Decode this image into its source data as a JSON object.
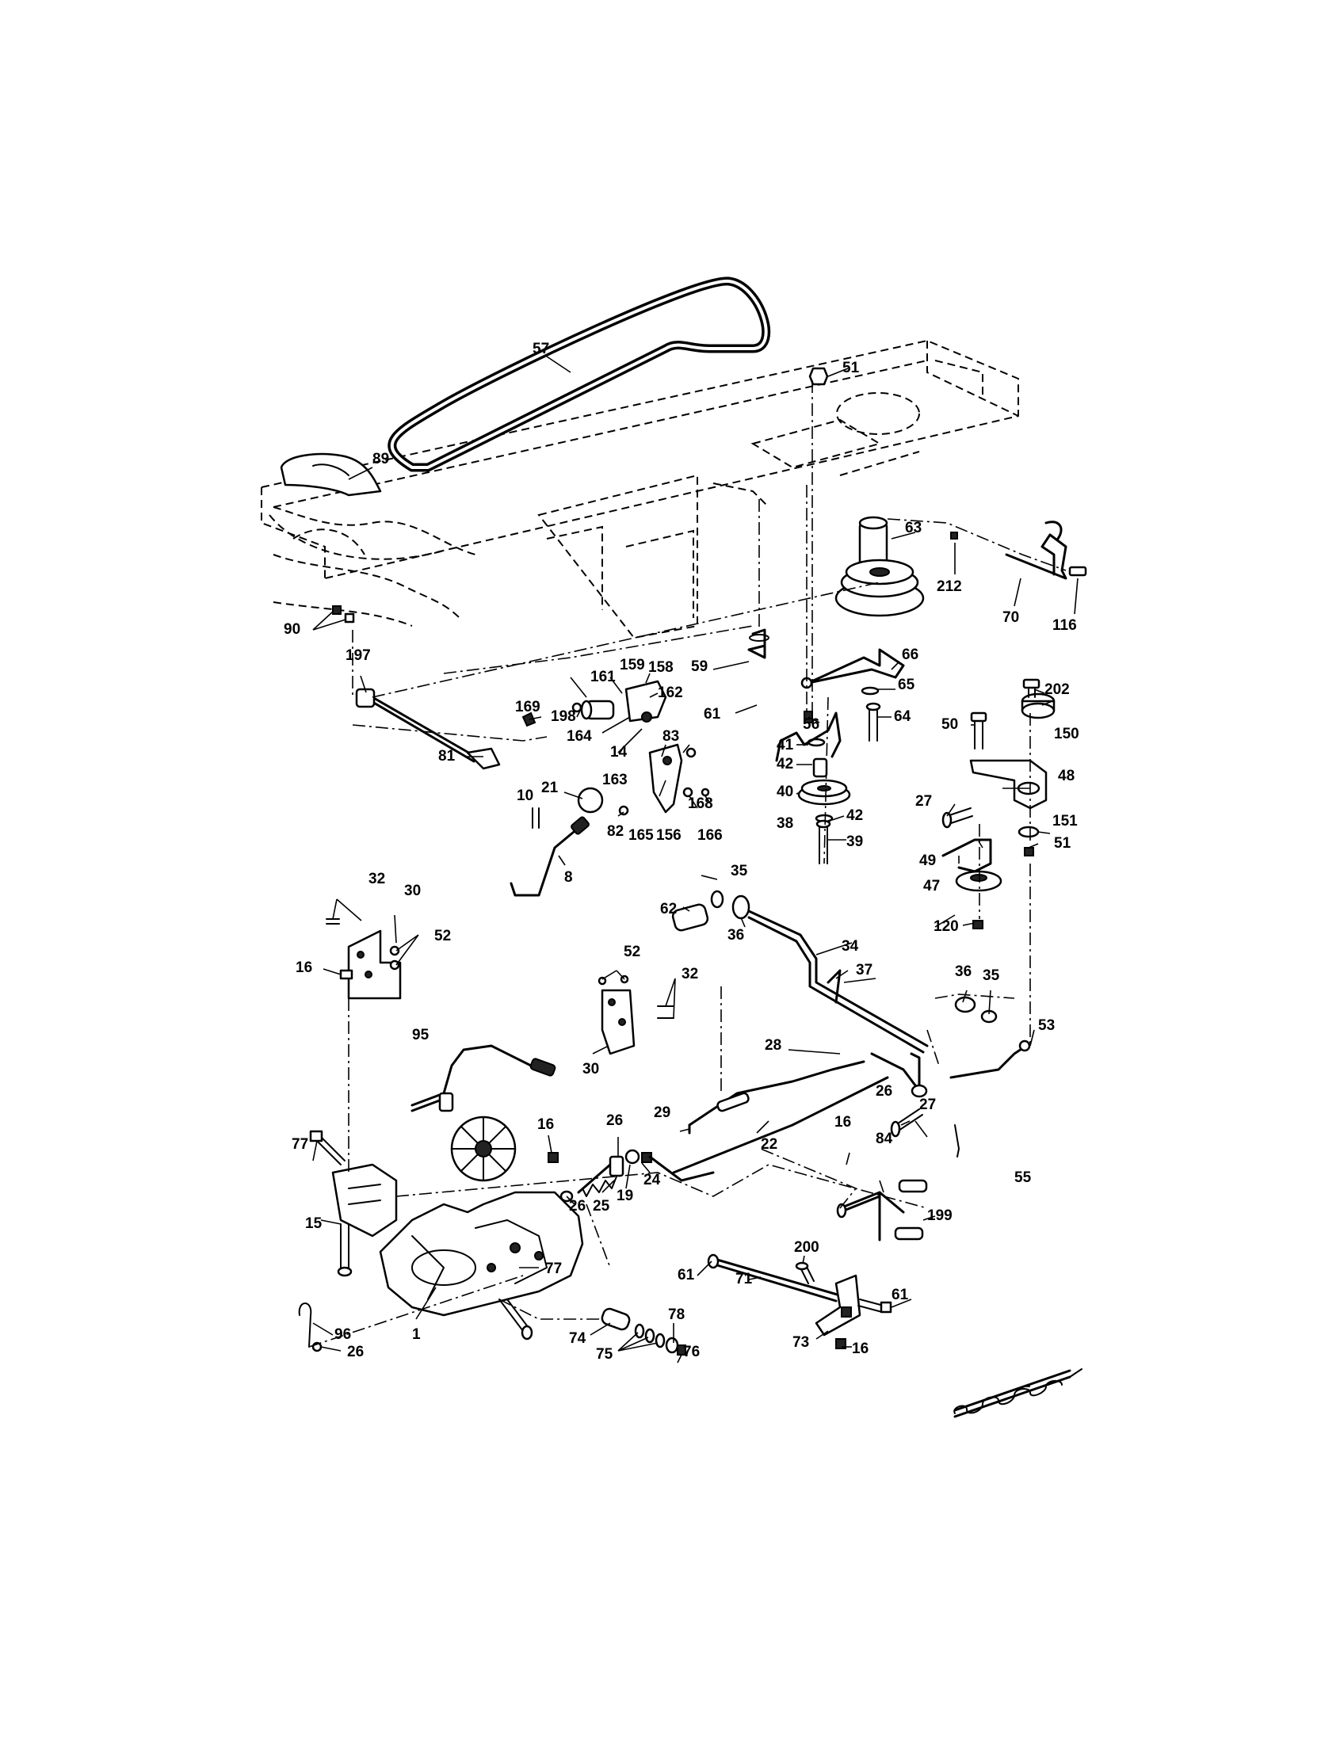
{
  "parts": [
    {
      "name": "label-1",
      "text": "1"
    },
    {
      "name": "label-8",
      "text": "8"
    },
    {
      "name": "label-10",
      "text": "10"
    },
    {
      "name": "label-14",
      "text": "14"
    },
    {
      "name": "label-15",
      "text": "15"
    },
    {
      "name": "label-16a",
      "text": "16"
    },
    {
      "name": "label-16b",
      "text": "16"
    },
    {
      "name": "label-16c",
      "text": "16"
    },
    {
      "name": "label-16d",
      "text": "16"
    },
    {
      "name": "label-19",
      "text": "19"
    },
    {
      "name": "label-21",
      "text": "21"
    },
    {
      "name": "label-22",
      "text": "22"
    },
    {
      "name": "label-24",
      "text": "24"
    },
    {
      "name": "label-25",
      "text": "25"
    },
    {
      "name": "label-26a",
      "text": "26"
    },
    {
      "name": "label-26b",
      "text": "26"
    },
    {
      "name": "label-26c",
      "text": "26"
    },
    {
      "name": "label-26d",
      "text": "26"
    },
    {
      "name": "label-27a",
      "text": "27"
    },
    {
      "name": "label-27b",
      "text": "27"
    },
    {
      "name": "label-28",
      "text": "28"
    },
    {
      "name": "label-29",
      "text": "29"
    },
    {
      "name": "label-30a",
      "text": "30"
    },
    {
      "name": "label-30b",
      "text": "30"
    },
    {
      "name": "label-32a",
      "text": "32"
    },
    {
      "name": "label-32b",
      "text": "32"
    },
    {
      "name": "label-34",
      "text": "34"
    },
    {
      "name": "label-35a",
      "text": "35"
    },
    {
      "name": "label-35b",
      "text": "35"
    },
    {
      "name": "label-36a",
      "text": "36"
    },
    {
      "name": "label-36b",
      "text": "36"
    },
    {
      "name": "label-37",
      "text": "37"
    },
    {
      "name": "label-38",
      "text": "38"
    },
    {
      "name": "label-39",
      "text": "39"
    },
    {
      "name": "label-40",
      "text": "40"
    },
    {
      "name": "label-41",
      "text": "41"
    },
    {
      "name": "label-42a",
      "text": "42"
    },
    {
      "name": "label-42b",
      "text": "42"
    },
    {
      "name": "label-47",
      "text": "47"
    },
    {
      "name": "label-48",
      "text": "48"
    },
    {
      "name": "label-49",
      "text": "49"
    },
    {
      "name": "label-50",
      "text": "50"
    },
    {
      "name": "label-51a",
      "text": "51"
    },
    {
      "name": "label-51b",
      "text": "51"
    },
    {
      "name": "label-52a",
      "text": "52"
    },
    {
      "name": "label-52b",
      "text": "52"
    },
    {
      "name": "label-53",
      "text": "53"
    },
    {
      "name": "label-55",
      "text": "55"
    },
    {
      "name": "label-56",
      "text": "56"
    },
    {
      "name": "label-57",
      "text": "57"
    },
    {
      "name": "label-59",
      "text": "59"
    },
    {
      "name": "label-61a",
      "text": "61"
    },
    {
      "name": "label-61b",
      "text": "61"
    },
    {
      "name": "label-61c",
      "text": "61"
    },
    {
      "name": "label-62",
      "text": "62"
    },
    {
      "name": "label-63",
      "text": "63"
    },
    {
      "name": "label-64",
      "text": "64"
    },
    {
      "name": "label-65",
      "text": "65"
    },
    {
      "name": "label-66",
      "text": "66"
    },
    {
      "name": "label-70",
      "text": "70"
    },
    {
      "name": "label-71",
      "text": "71"
    },
    {
      "name": "label-73",
      "text": "73"
    },
    {
      "name": "label-74",
      "text": "74"
    },
    {
      "name": "label-75",
      "text": "75"
    },
    {
      "name": "label-76",
      "text": "76"
    },
    {
      "name": "label-77a",
      "text": "77"
    },
    {
      "name": "label-77b",
      "text": "77"
    },
    {
      "name": "label-78",
      "text": "78"
    },
    {
      "name": "label-81",
      "text": "81"
    },
    {
      "name": "label-82",
      "text": "82"
    },
    {
      "name": "label-83",
      "text": "83"
    },
    {
      "name": "label-84",
      "text": "84"
    },
    {
      "name": "label-89",
      "text": "89"
    },
    {
      "name": "label-90",
      "text": "90"
    },
    {
      "name": "label-95",
      "text": "95"
    },
    {
      "name": "label-96",
      "text": "96"
    },
    {
      "name": "label-116",
      "text": "116"
    },
    {
      "name": "label-120",
      "text": "120"
    },
    {
      "name": "label-150",
      "text": "150"
    },
    {
      "name": "label-151",
      "text": "151"
    },
    {
      "name": "label-156",
      "text": "156"
    },
    {
      "name": "label-158",
      "text": "158"
    },
    {
      "name": "label-159",
      "text": "159"
    },
    {
      "name": "label-161",
      "text": "161"
    },
    {
      "name": "label-162",
      "text": "162"
    },
    {
      "name": "label-163",
      "text": "163"
    },
    {
      "name": "label-164",
      "text": "164"
    },
    {
      "name": "label-165",
      "text": "165"
    },
    {
      "name": "label-166",
      "text": "166"
    },
    {
      "name": "label-168",
      "text": "168"
    },
    {
      "name": "label-169",
      "text": "169"
    },
    {
      "name": "label-197",
      "text": "197"
    },
    {
      "name": "label-198",
      "text": "198"
    },
    {
      "name": "label-199",
      "text": "199"
    },
    {
      "name": "label-200",
      "text": "200"
    },
    {
      "name": "label-202",
      "text": "202"
    },
    {
      "name": "label-212",
      "text": "212"
    }
  ]
}
